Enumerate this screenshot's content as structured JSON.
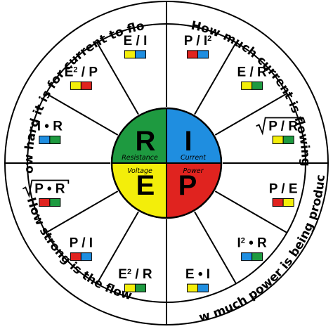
{
  "outer_labels": {
    "resistance": "How hard it is for current to flow",
    "current": "How much current is flowing",
    "voltage": "How strong is the flow",
    "power": "How much power is being produced"
  },
  "center": {
    "R": {
      "letter": "R",
      "label": "Resistance"
    },
    "I": {
      "letter": "I",
      "label": "Current"
    },
    "E": {
      "letter": "E",
      "label": "Voltage"
    },
    "P": {
      "letter": "P",
      "label": "Power"
    }
  },
  "colors": {
    "R": "#1e9a40",
    "I": "#1f8ee0",
    "E": "#f3ee0a",
    "P": "#e0231f"
  },
  "segments": [
    {
      "text": "P / I",
      "sup": "2",
      "sqrt": false,
      "key": [
        "P",
        "I"
      ]
    },
    {
      "text": "E / R",
      "sup": "",
      "sqrt": false,
      "key": [
        "E",
        "R"
      ]
    },
    {
      "text": "P / R",
      "sup": "",
      "sqrt": true,
      "key": [
        "E",
        "R"
      ]
    },
    {
      "text": "P / E",
      "sup": "",
      "sqrt": false,
      "key": [
        "P",
        "E"
      ]
    },
    {
      "text": "I • R",
      "sup": "2",
      "sqrt": false,
      "key": [
        "I",
        "R"
      ]
    },
    {
      "text": "E • I",
      "sup": "",
      "sqrt": false,
      "key": [
        "E",
        "I"
      ]
    },
    {
      "text": "E / R",
      "sup": "2",
      "sqrt": false,
      "key": [
        "E",
        "R"
      ]
    },
    {
      "text": "P / I",
      "sup": "",
      "sqrt": false,
      "key": [
        "P",
        "I"
      ]
    },
    {
      "text": "P • R",
      "sup": "",
      "sqrt": true,
      "key": [
        "P",
        "R"
      ]
    },
    {
      "text": "I • R",
      "sup": "",
      "sqrt": false,
      "key": [
        "I",
        "R"
      ]
    },
    {
      "text": "E / P",
      "sup": "2",
      "sqrt": false,
      "key": [
        "E",
        "P"
      ]
    },
    {
      "text": "E / I",
      "sup": "",
      "sqrt": false,
      "key": [
        "E",
        "I"
      ]
    }
  ]
}
